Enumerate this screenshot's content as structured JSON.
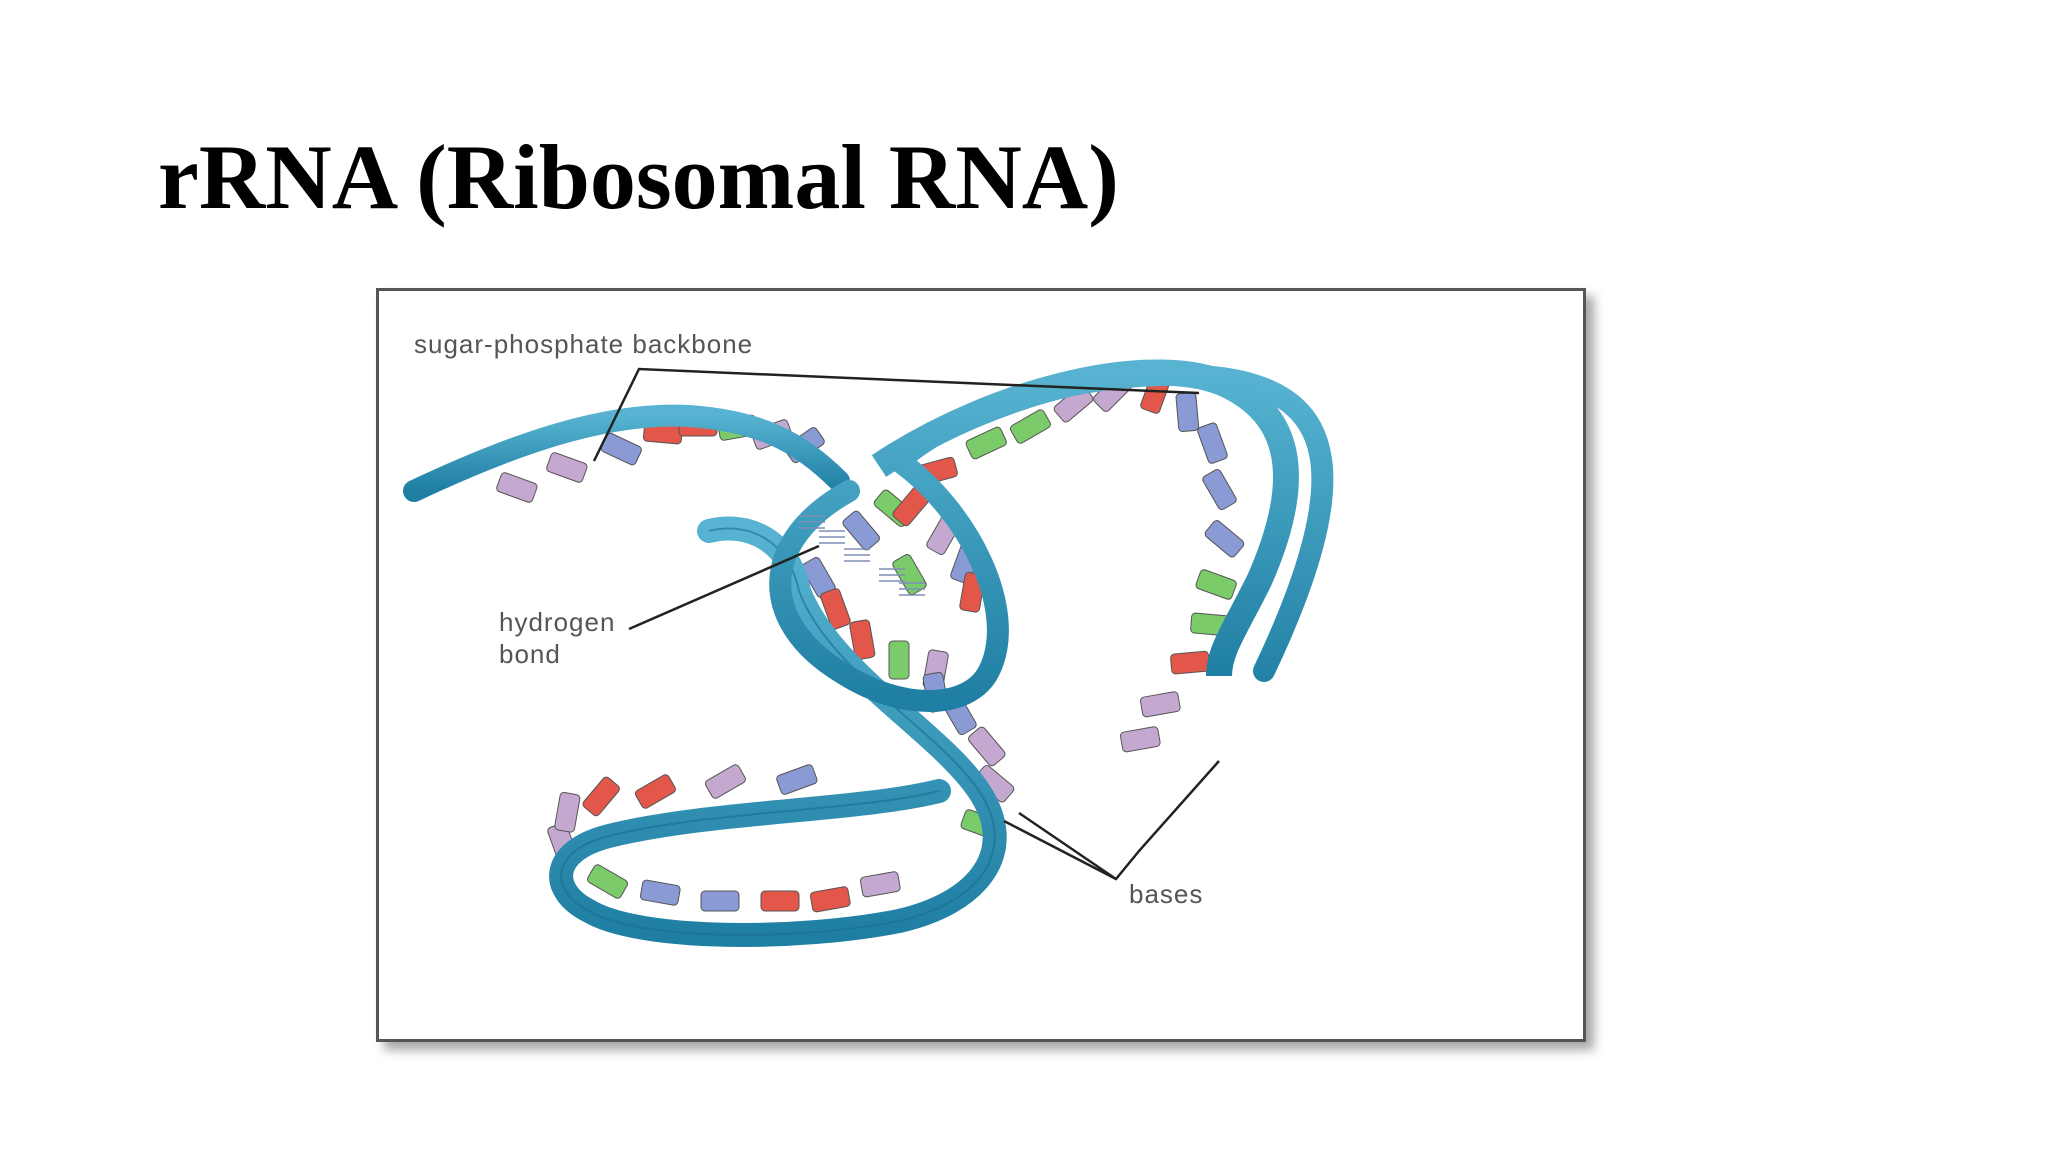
{
  "slide": {
    "title": "rRNA (Ribosomal RNA)"
  },
  "figure": {
    "labels": {
      "backbone": "sugar-phosphate backbone",
      "hydrogen_line1": "hydrogen",
      "hydrogen_line2": "bond",
      "bases": "bases"
    },
    "colors": {
      "backbone": "#2f93b5",
      "base_red": "#e2574a",
      "base_green": "#7ccb6b",
      "base_purple": "#c5a8cf",
      "base_blue": "#8a9ad4",
      "hydrogen_bond": "#7d8fb5"
    }
  }
}
